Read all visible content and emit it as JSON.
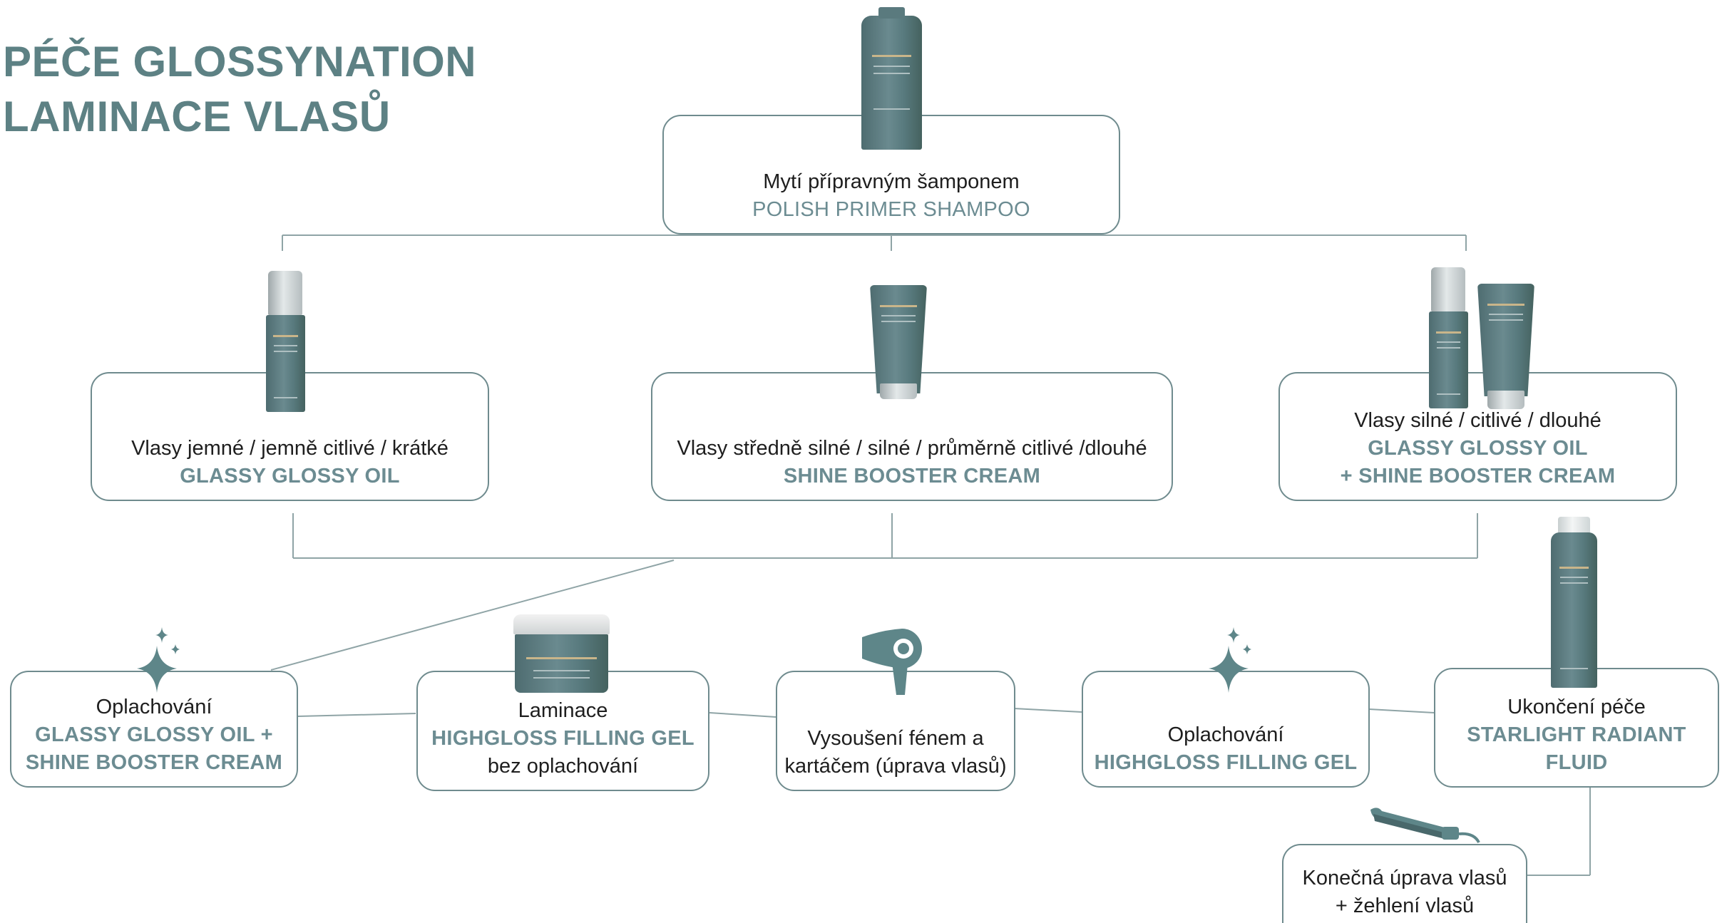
{
  "title": {
    "line1": "PÉČE GLOSSYNATION",
    "line2": "LAMINACE VLASŮ"
  },
  "colors": {
    "accent": "#6c8c92",
    "title": "#5d8184",
    "border": "#6f8b8e",
    "product": "#587a7e"
  },
  "top_step": {
    "text": "Mytí přípravným šamponem",
    "product": "POLISH PRIMER SHAMPOO"
  },
  "hair_types": [
    {
      "text": "Vlasy jemné / jemně citlivé / krátké",
      "product": "GLASSY GLOSSY OIL"
    },
    {
      "text": "Vlasy středně silné / silné / průměrně citlivé /dlouhé",
      "product": "SHINE BOOSTER CREAM"
    },
    {
      "text": "Vlasy silné / citlivé / dlouhé",
      "product": "GLASSY GLOSSY OIL",
      "product2": "+  SHINE BOOSTER CREAM"
    }
  ],
  "steps": [
    {
      "text": "Oplachování",
      "product": "GLASSY GLOSSY OIL +",
      "product2": "SHINE BOOSTER CREAM",
      "icon": "sparkle-icon"
    },
    {
      "text": "Laminace",
      "product": "HIGHGLOSS FILLING GEL",
      "note": "bez oplachování"
    },
    {
      "text": "Vysoušení fénem a",
      "text2": "kartáčem (úprava vlasů)",
      "icon": "hair-dryer-icon"
    },
    {
      "text": "Oplachování",
      "product": "HIGHGLOSS FILLING GEL",
      "icon": "sparkle-icon"
    },
    {
      "text": "Ukončení péče",
      "product": "STARLIGHT RADIANT FLUID"
    }
  ],
  "final_step": {
    "text": "Konečná úprava vlasů",
    "text2": "+ žehlení vlasů",
    "icon": "hair-straightener-icon"
  }
}
